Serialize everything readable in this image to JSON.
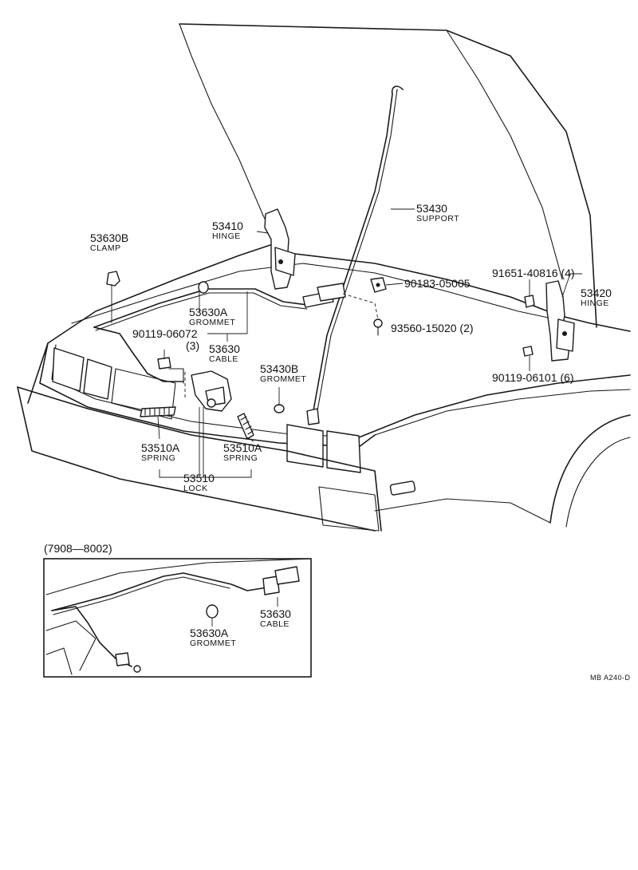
{
  "labels": {
    "support": {
      "num": "53430",
      "name": "SUPPORT"
    },
    "hinge_left": {
      "num": "53410",
      "name": "HINGE"
    },
    "clamp": {
      "num": "53630B",
      "name": "CLAMP"
    },
    "bolt_90183": {
      "num": "90183-05005"
    },
    "bolt_91651": {
      "num": "91651-40816 (4)"
    },
    "hinge_right": {
      "num": "53420",
      "name": "HINGE"
    },
    "grommet_a": {
      "num": "53630A",
      "name": "GROMMET"
    },
    "screw_93560": {
      "num": "93560-15020 (2)"
    },
    "bolt_90119_06072": {
      "num": "90119-06072",
      "qty": "(3)"
    },
    "cable": {
      "num": "53630",
      "name": "CABLE"
    },
    "grommet_b": {
      "num": "53430B",
      "name": "GROMMET"
    },
    "bolt_90119_06101": {
      "num": "90119-06101 (6)"
    },
    "spring_left": {
      "num": "53510A",
      "name": "SPRING"
    },
    "spring_right": {
      "num": "53510A",
      "name": "SPRING"
    },
    "lock": {
      "num": "53510",
      "name": "LOCK"
    }
  },
  "inset": {
    "title": "(7908—8002)",
    "grommet": {
      "num": "53630A",
      "name": "GROMMET"
    },
    "cable": {
      "num": "53630",
      "name": "CABLE"
    }
  },
  "footer": {
    "code": "MB A240-D"
  }
}
